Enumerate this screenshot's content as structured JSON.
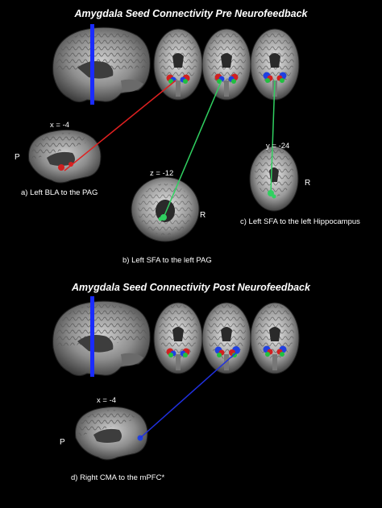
{
  "panels": {
    "pre_title": "Amygdala Seed Connectivity Pre Neurofeedback",
    "post_title": "Amygdala Seed Connectivity Post Neurofeedback"
  },
  "pre": {
    "a_caption": "a) Left BLA to the PAG",
    "a_coord": "x = -4",
    "a_side": "P",
    "b_caption": "b) Left SFA to the left PAG",
    "b_coord": "z = -12",
    "b_side": "R",
    "c_caption": "c) Left SFA to the left Hippocampus",
    "c_coord": "y = -24",
    "c_side": "R"
  },
  "post": {
    "d_caption": "d) Right CMA to the mPFC*",
    "d_coord": "x = -4",
    "d_side": "P"
  },
  "colors": {
    "red_line": "#e02020",
    "green_line": "#30d060",
    "blue_line": "#2030e0",
    "sagittal_bar": "#1a2bff"
  }
}
